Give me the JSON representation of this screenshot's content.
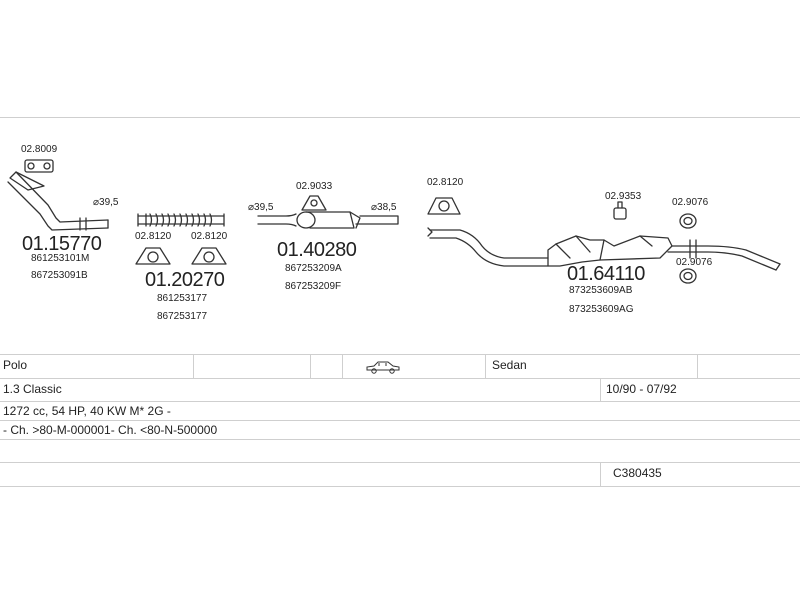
{
  "parts": {
    "clamp_2_8009": "02.8009",
    "pipe_1_15770": "01.15770",
    "pipe_1_15770_oe1": "861253101M",
    "pipe_1_15770_oe2": "867253091B",
    "dia_39_5_a": "⌀39,5",
    "gasket_2_8120_a": "02.8120",
    "gasket_2_8120_b": "02.8120",
    "flex_1_20270": "01.20270",
    "flex_1_20270_oe1": "861253177",
    "flex_1_20270_oe2": "867253177",
    "dia_39_5_b": "⌀39,5",
    "bracket_2_9033": "02.9033",
    "dia_38_5": "⌀38,5",
    "muffler_1_40280": "01.40280",
    "muffler_1_40280_oe1": "867253209A",
    "muffler_1_40280_oe2": "867253209F",
    "gasket_2_8120_c": "02.8120",
    "mount_2_9353": "02.9353",
    "ring_2_9076_a": "02.9076",
    "ring_2_9076_b": "02.9076",
    "rear_1_64110": "01.64110",
    "rear_1_64110_oe1": "873253609AB",
    "rear_1_64110_oe2": "873253609AG"
  },
  "table": {
    "model": "Polo",
    "body_icon": "car-sedan-icon",
    "body_type": "Sedan",
    "engine": "1.3 Classic",
    "years": "10/90 - 07/92",
    "specs": "1272 cc, 54 HP, 40 KW M* 2G -",
    "chassis": "- Ch. >80-M-000001- Ch. <80-N-500000",
    "catalog_no": "C380435"
  },
  "colors": {
    "line": "#333333",
    "rule": "#cfcfcf"
  }
}
